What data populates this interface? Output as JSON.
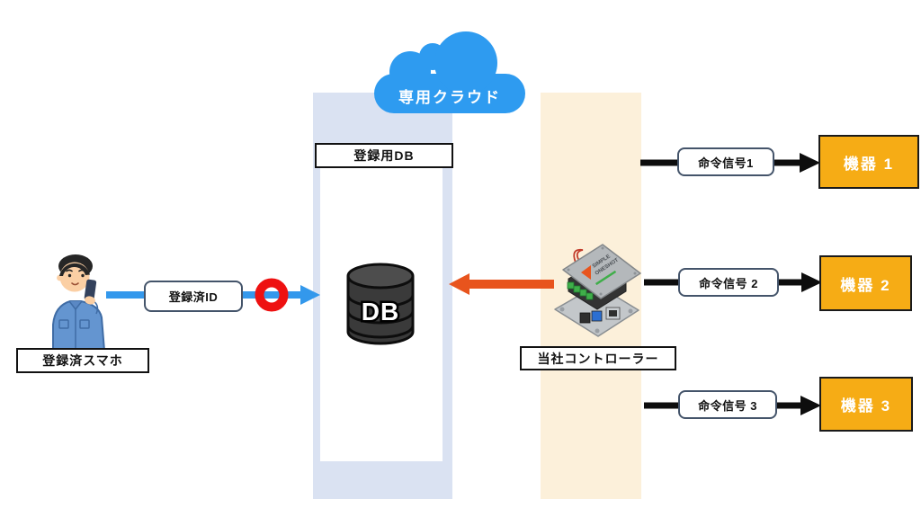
{
  "cloud": {
    "label": "専用クラウド"
  },
  "registration_db": {
    "title": "登録用DB",
    "cylinder_text": "DB"
  },
  "smartphone": {
    "caption": "登録済スマホ",
    "id_label": "登録済ID"
  },
  "controller": {
    "caption": "当社コントローラー",
    "logo_line1": "SIMPLE",
    "logo_line2": "ONESHOT"
  },
  "rows": [
    {
      "signal": "命令信号1",
      "device": "機器 1"
    },
    {
      "signal": "命令信号 2",
      "device": "機器 2"
    },
    {
      "signal": "命令信号 3",
      "device": "機器 3"
    }
  ],
  "colors": {
    "cloud_blue": "#2E9BF0",
    "cloud_zone_bg": "#DAE2F2",
    "controller_zone_bg": "#FCF0DA",
    "device_box_bg": "#F6AC15",
    "blue_arrow": "#3398EC",
    "orange_arrow": "#E8541D",
    "black_arrow": "#0d0d0d",
    "ok_circle_red": "#EE1111",
    "pill_border": "#44546A"
  }
}
